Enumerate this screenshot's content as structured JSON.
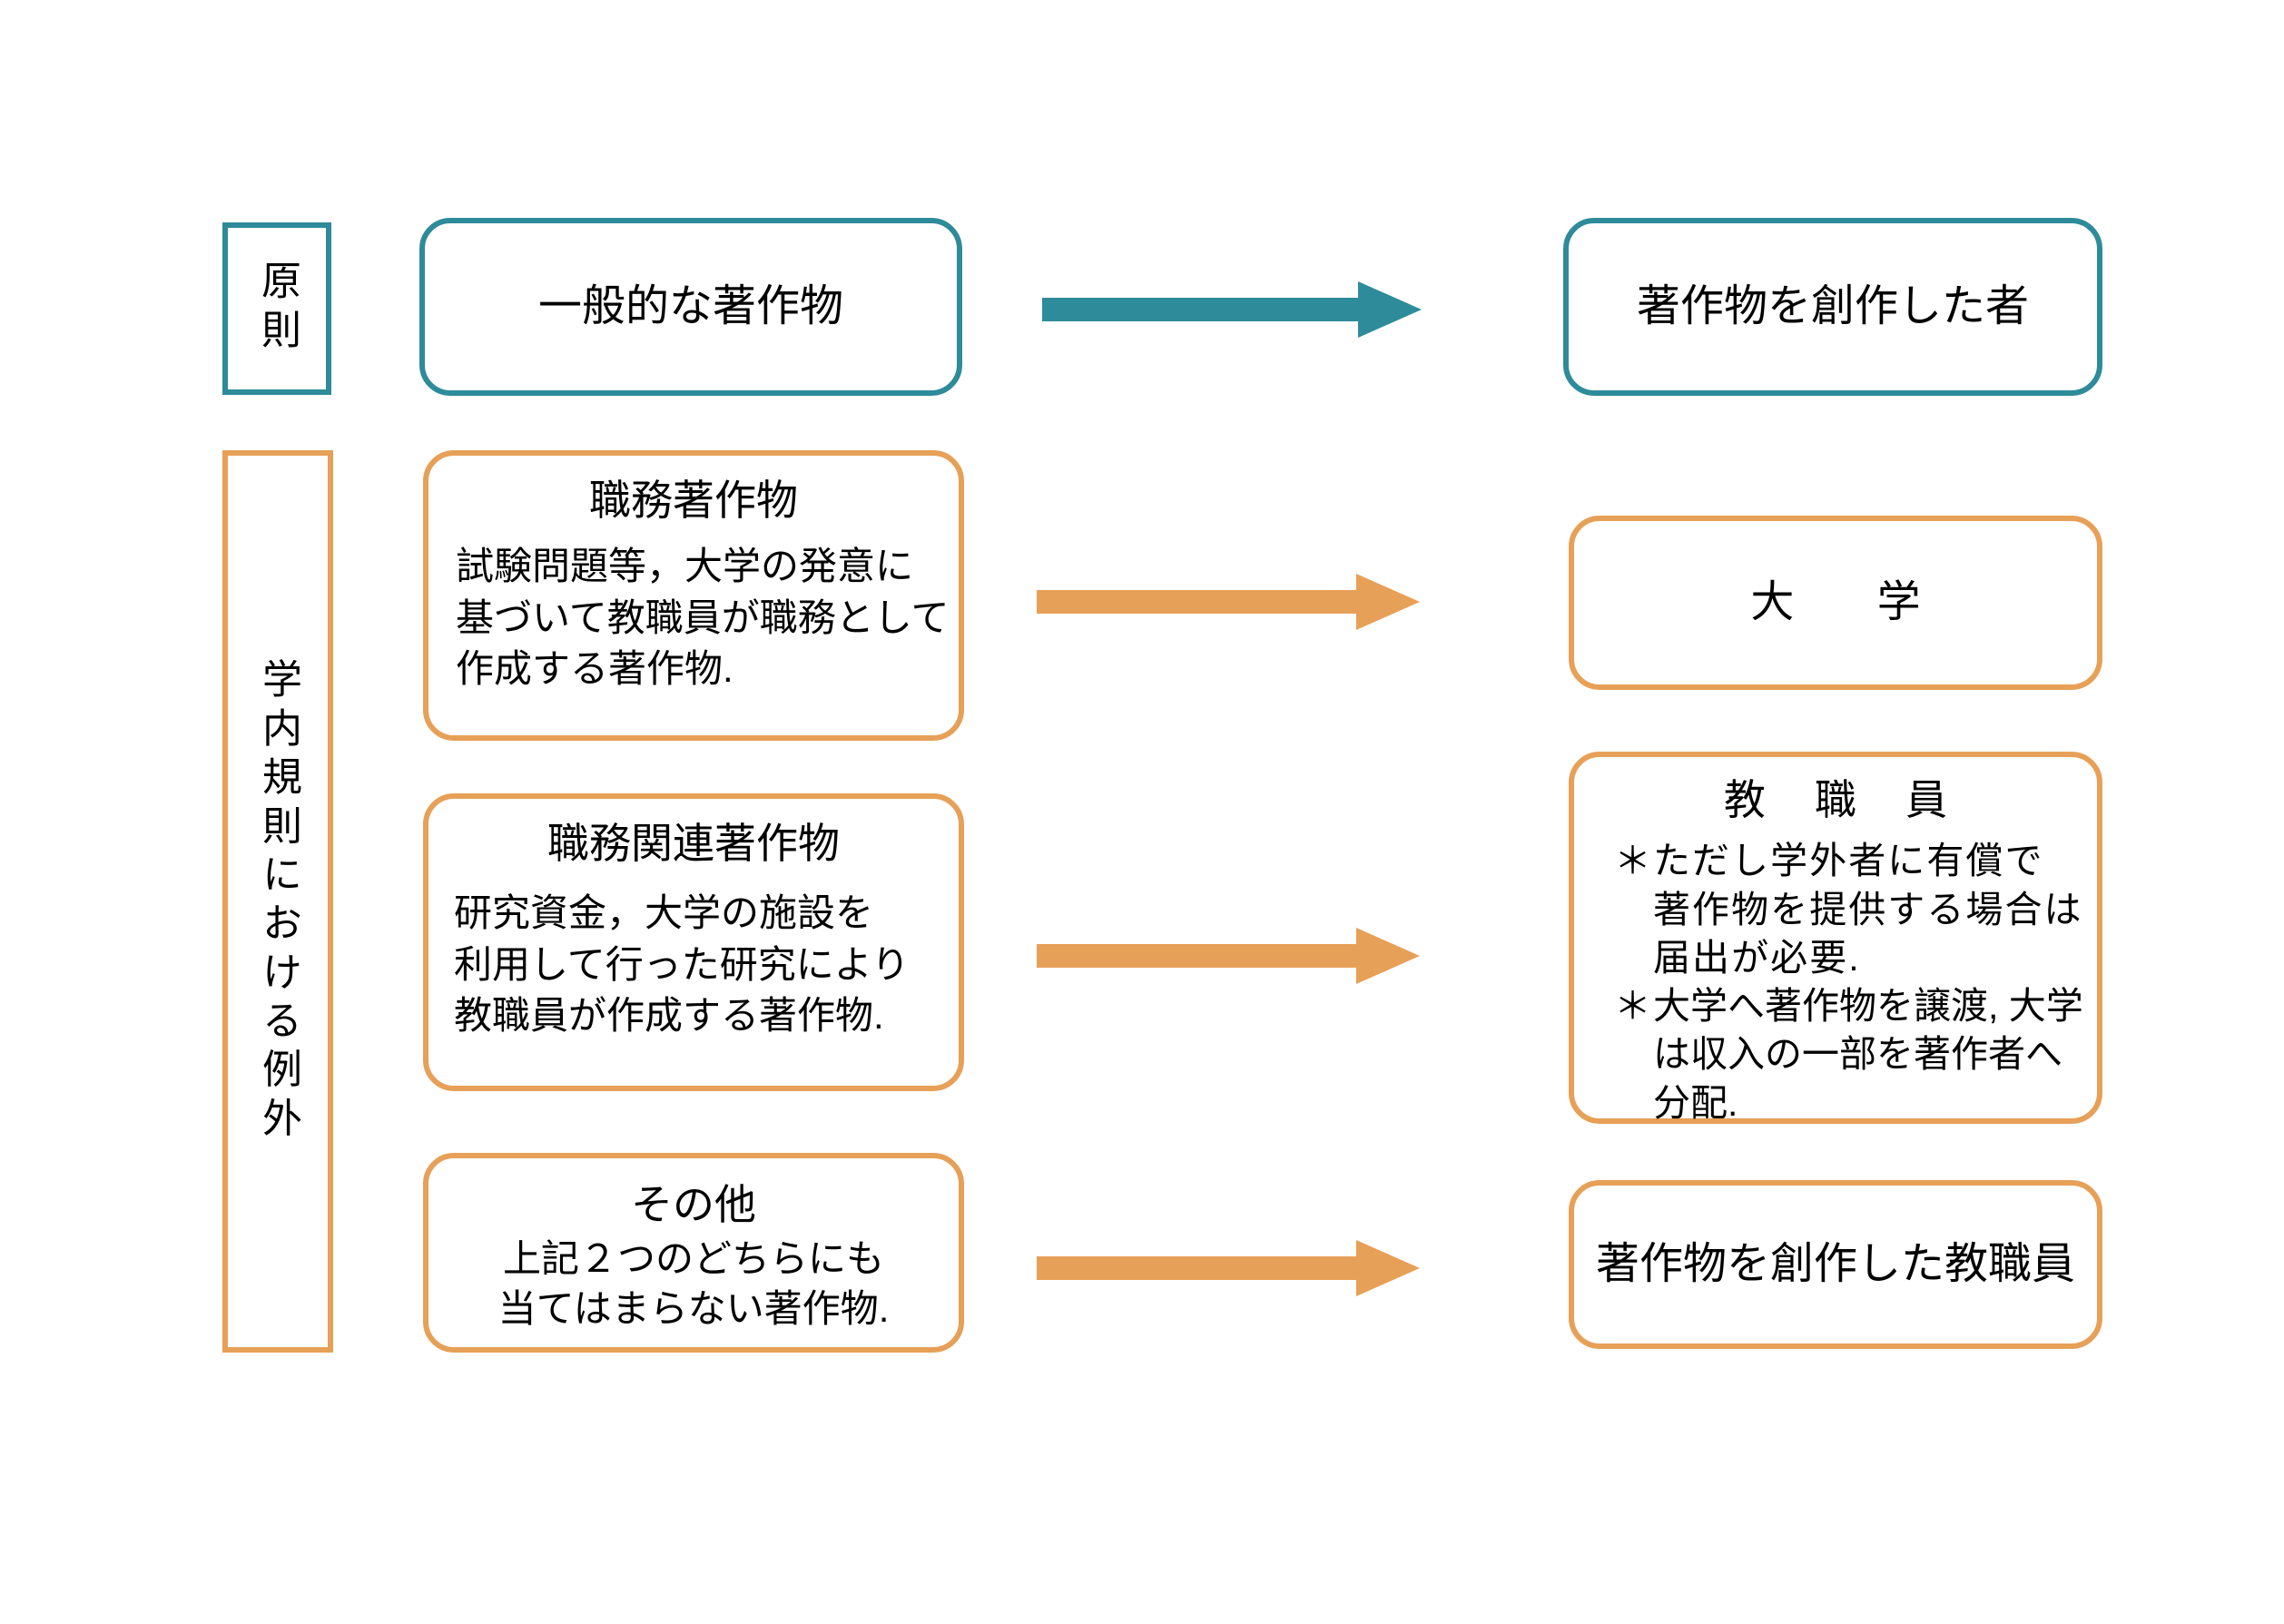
{
  "diagram": {
    "title_not_shown": "",
    "colors": {
      "teal": "#2E8B99",
      "orange": "#E7A057",
      "background": "#FFFFFF",
      "text": "#000000"
    },
    "sections": [
      {
        "id": "principle",
        "label": "原則",
        "accent": "#2E8B99"
      },
      {
        "id": "exception",
        "label": "学内規則における例外",
        "accent": "#E7A057"
      }
    ],
    "rows": [
      {
        "id": "row-general",
        "accent": "#2E8B99",
        "source": {
          "title": "一般的な著作物",
          "body": ""
        },
        "arrow": "arrow-right",
        "target": {
          "title": "著作物を創作した者",
          "notes": []
        }
      },
      {
        "id": "row-work-for-hire",
        "accent": "#E7A057",
        "source": {
          "title": "職務著作物",
          "body": "試験問題等，大学の発意に\n基づいて教職員が職務として\n作成する著作物."
        },
        "arrow": "arrow-right",
        "target": {
          "title": "大　学",
          "notes": []
        }
      },
      {
        "id": "row-work-related",
        "accent": "#E7A057",
        "source": {
          "title": "職務関連著作物",
          "body": "研究資金，大学の施設を\n利用して行った研究により\n教職員が作成する著作物."
        },
        "arrow": "arrow-right",
        "target": {
          "title": "教 職 員",
          "notes": [
            {
              "marker": "＊",
              "text": "ただし学外者に有償で\n著作物を提供する場合は\n届出が必要."
            },
            {
              "marker": "＊",
              "text": "大学へ著作物を譲渡, 大学\nは収入の一部を著作者へ\n分配."
            }
          ]
        }
      },
      {
        "id": "row-other",
        "accent": "#E7A057",
        "source": {
          "title": "その他",
          "body": "上記２つのどちらにも\n当てはまらない著作物."
        },
        "arrow": "arrow-right",
        "target": {
          "title": "著作物を創作した教職員",
          "notes": []
        }
      }
    ]
  }
}
